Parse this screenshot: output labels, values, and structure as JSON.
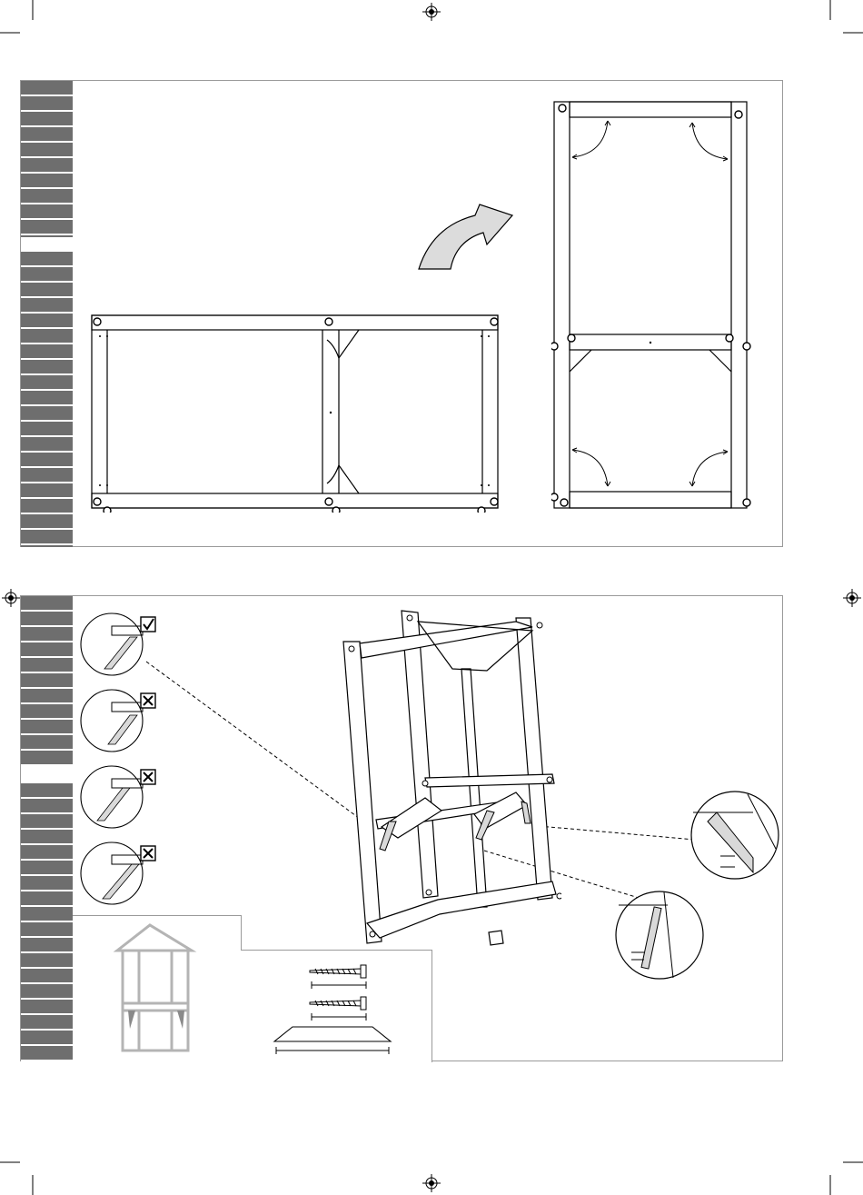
{
  "page": {
    "background": "#ffffff",
    "colors": {
      "frame_line": "#000000",
      "panel_border": "#9a9a9a",
      "grey_strip": "#6e6e6e",
      "arrow_fill": "#dcdcdc",
      "preview_line": "#b4b4b4",
      "diagonal_brace_fill": "#d9d9d9"
    },
    "marks": {
      "registration": "registration-crosshair",
      "crop": "crop-marks"
    }
  },
  "step_a": {
    "description_icons": [
      "frame-flat-icon",
      "rotate-arrow-icon",
      "frame-upright-icon",
      "hinge-arrow-icon"
    ]
  },
  "step_b": {
    "check_states": [
      {
        "icon": "check-icon",
        "state": "correct"
      },
      {
        "icon": "cross-icon",
        "state": "wrong"
      },
      {
        "icon": "cross-icon",
        "state": "wrong"
      },
      {
        "icon": "cross-icon",
        "state": "wrong"
      }
    ],
    "parts_icons": [
      "screw-icon",
      "screw-icon",
      "diagonal-brace-icon"
    ],
    "preview_icon": "tower-preview-icon"
  }
}
